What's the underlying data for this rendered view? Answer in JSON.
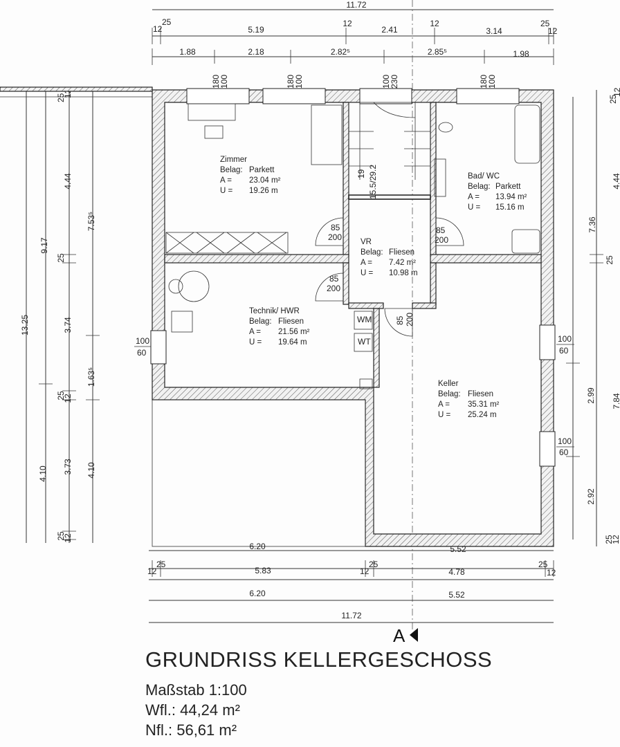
{
  "title": "GRUNDRISS KELLERGESCHOSS",
  "scale": "Maßstab 1:100",
  "wfl": "Wfl.: 44,24 m²",
  "nfl": "Nfl.: 56,61 m²",
  "section_marker": "A",
  "rooms": [
    {
      "name": "Zimmer",
      "belag_label": "Belag:",
      "belag": "Parkett",
      "a_label": "A =",
      "a": "23.04 m²",
      "u_label": "U =",
      "u": "19.26 m"
    },
    {
      "name": "Bad/ WC",
      "belag_label": "Belag:",
      "belag": "Parkett",
      "a_label": "A =",
      "a": "13.94 m²",
      "u_label": "U =",
      "u": "15.16 m"
    },
    {
      "name": "VR",
      "belag_label": "Belag:",
      "belag": "Fliesen",
      "a_label": "A =",
      "a": "7.42 m²",
      "u_label": "U =",
      "u": "10.98 m"
    },
    {
      "name": "Technik/ HWR",
      "belag_label": "Belag:",
      "belag": "Fliesen",
      "a_label": "A =",
      "a": "21.56 m²",
      "u_label": "U =",
      "u": "19.64 m"
    },
    {
      "name": "Keller",
      "belag_label": "Belag:",
      "belag": "Fliesen",
      "a_label": "A =",
      "a": "35.31 m²",
      "u_label": "U =",
      "u": "25.24 m"
    }
  ],
  "appliances": {
    "wm": "WM",
    "wt": "WT"
  },
  "stair": {
    "rise": "19",
    "ratio": "15.5/29.2"
  },
  "doors": {
    "d1_w": "85",
    "d1_h": "200",
    "d2_w": "85",
    "d2_h": "200",
    "d3_w": "85",
    "d3_h": "200",
    "d4_w": "85",
    "d4_h": "200"
  },
  "windows": {
    "w1_w": "100",
    "w1_h": "60",
    "w2_w": "100",
    "w2_h": "60",
    "w3_w": "100",
    "w3_h": "60"
  },
  "top_dims": {
    "overall": "11.72",
    "row2": [
      "25",
      "12",
      "5.19",
      "12",
      "2.41",
      "12",
      "3.14",
      "25",
      "12"
    ],
    "row3": [
      "1.88",
      "2.18",
      "2.82⁵",
      "2.85⁵",
      "1.98"
    ],
    "openings": [
      {
        "a": "180",
        "b": "100"
      },
      {
        "a": "180",
        "b": "100"
      },
      {
        "a": "100",
        "b": "230"
      },
      {
        "a": "180",
        "b": "100"
      }
    ]
  },
  "bottom_dims": {
    "wall_a": "6.20",
    "wall_b": "5.52",
    "row1": [
      "12",
      "25",
      "5.83",
      "12",
      "25",
      "4.78",
      "25",
      "12"
    ],
    "row2": [
      "6.20",
      "5.52"
    ],
    "overall": "11.72"
  },
  "left_dims": {
    "overall": "13.25",
    "col2": [
      "9.17",
      "4.10"
    ],
    "col3": [
      "25",
      "12",
      "4.44",
      "25",
      "3.74",
      "25",
      "12",
      "3.73",
      "25",
      "12"
    ],
    "col4": [
      "7.53⁵",
      "1.63⁵",
      "4.10"
    ]
  },
  "right_dims": {
    "col1": [
      "25",
      "12",
      "4.44",
      "25",
      "7.84",
      "25",
      "12"
    ],
    "col2": [
      "7.36",
      "2.99",
      "2.92"
    ]
  }
}
